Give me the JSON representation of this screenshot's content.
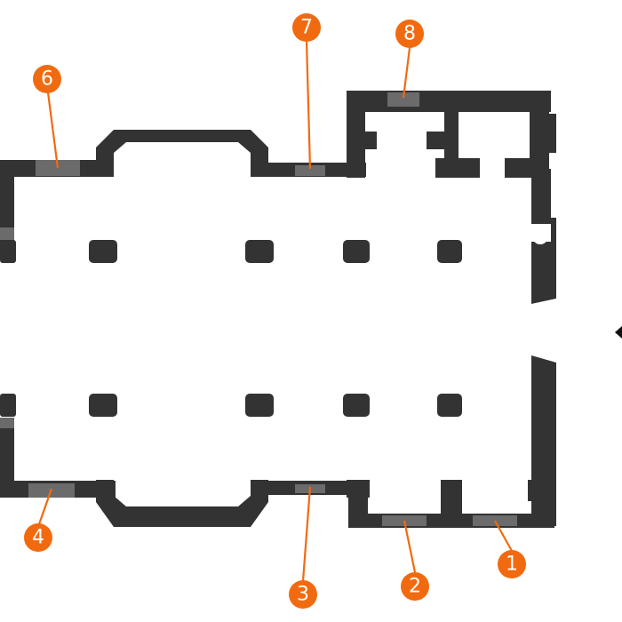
{
  "colors": {
    "wall": "#333333",
    "window": "#6b6b6b",
    "accent": "#f26a0f",
    "background": "#ffffff"
  },
  "markers": [
    {
      "id": "1",
      "label": "1"
    },
    {
      "id": "2",
      "label": "2"
    },
    {
      "id": "3",
      "label": "3"
    },
    {
      "id": "4",
      "label": "4"
    },
    {
      "id": "6",
      "label": "6"
    },
    {
      "id": "7",
      "label": "7"
    },
    {
      "id": "8",
      "label": "8"
    }
  ],
  "entrance_icon": "arrow-left-icon"
}
